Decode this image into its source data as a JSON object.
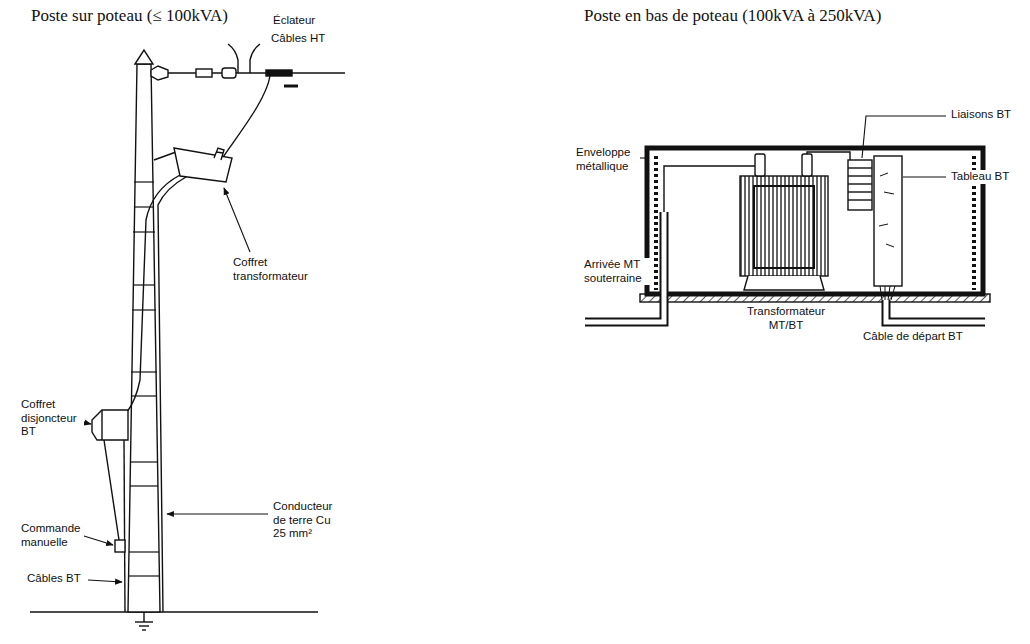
{
  "diagram": {
    "labels": [
      "Poste sur poteau (≤ 100kVA)",
      "Poste en bas de poteau (100kVA à 250kVA)",
      "Éclateur",
      "Câbles HT",
      "Coffret transformateur",
      "Coffret disjoncteur BT",
      "Commande manuelle",
      "Conducteur de terre Cu 25 mm²",
      "Câbles BT",
      "Liaisons BT",
      "Enveloppe métallique",
      "Tableau BT",
      "Arrivée MT souterraine",
      "Transformateur MT/BT",
      "Câble de départ BT"
    ]
  }
}
